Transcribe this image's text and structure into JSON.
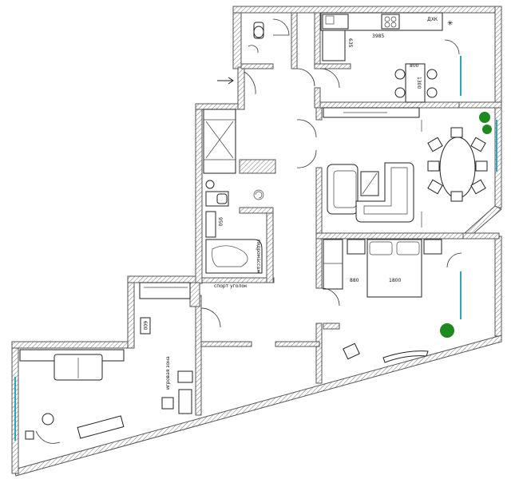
{
  "labels": {
    "kitchen_length": "3985",
    "kitchen_depth": "635",
    "table_width": "800",
    "table_length": "1300",
    "bath_vanity": "950",
    "hydromassage": "гидромассаж",
    "sport_corner": "спорт уголок",
    "hall_cabinet": "600",
    "bed_side": "880",
    "bed_width": "1800",
    "play_zone": "игровая зона",
    "stove_marker": "ДХК"
  },
  "colors": {
    "window": "#2aa7b8",
    "plant": "#1e8a1e",
    "wall_hatch": "#777777"
  }
}
